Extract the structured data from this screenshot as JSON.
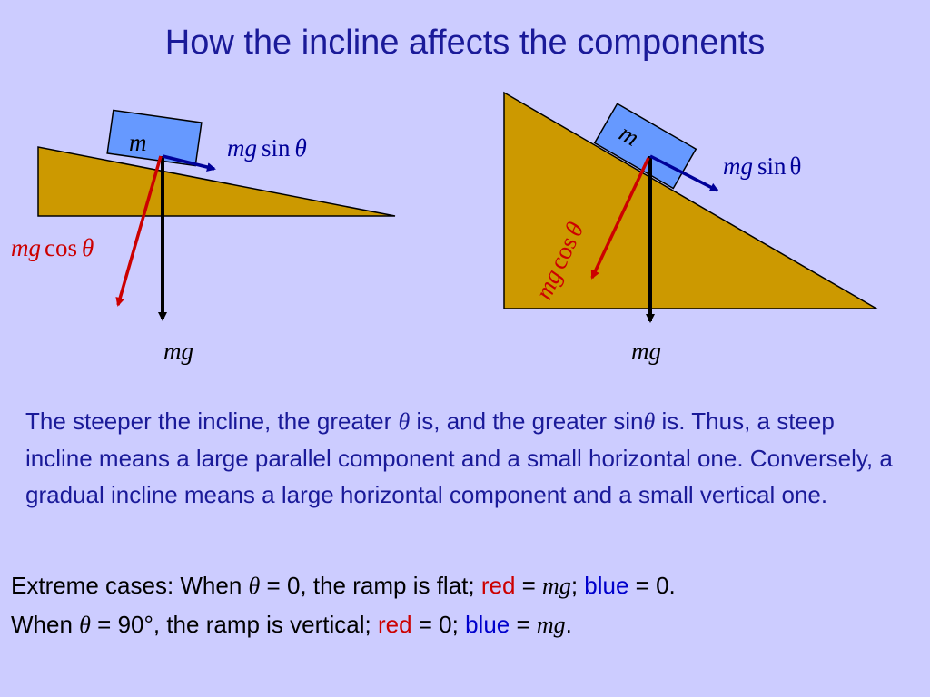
{
  "title": "How the incline affects the components",
  "colors": {
    "background": "#ccccff",
    "ramp": "#cc9900",
    "block": "#6699ff",
    "parallel_arrow": "#000099",
    "perpendicular_arrow": "#cc0000",
    "weight_arrow": "#000000",
    "text_blue": "#1a1a99"
  },
  "left_diagram": {
    "block_label": "m",
    "sin_label_mg": "mg",
    "sin_label_fn": "sin",
    "sin_label_theta": "θ",
    "cos_label_mg": "mg",
    "cos_label_fn": "cos",
    "cos_label_theta": "θ",
    "weight_label": "mg"
  },
  "right_diagram": {
    "block_label": "m",
    "sin_label_mg": "mg",
    "sin_label_fn": "sin",
    "sin_label_theta": "θ",
    "cos_label_mg": "mg",
    "cos_label_fn": "cos",
    "cos_label_theta": "θ",
    "weight_label": "mg"
  },
  "paragraph": {
    "part1": "The steeper the incline, the greater ",
    "theta1": "θ",
    "part2": " is, and the greater sin",
    "theta2": "θ",
    "part3": " is.  Thus, a steep incline means a large parallel component and a small horizontal one.  Conversely, a gradual incline means a large horizontal component and a small vertical one."
  },
  "extreme": {
    "l1_a": "Extreme cases: When ",
    "l1_theta": "θ",
    "l1_b": " = 0, the ramp is flat; ",
    "l1_red": "red",
    "l1_c": " = ",
    "l1_mg": "mg",
    "l1_d": "; ",
    "l1_blue": "blue",
    "l1_e": " = 0.",
    "l2_a": "When ",
    "l2_theta": "θ",
    "l2_b": " = 90°, the ramp is vertical;  ",
    "l2_red": "red",
    "l2_c": " = 0;  ",
    "l2_blue": "blue",
    "l2_d": " = ",
    "l2_mg": "mg",
    "l2_e": "."
  }
}
